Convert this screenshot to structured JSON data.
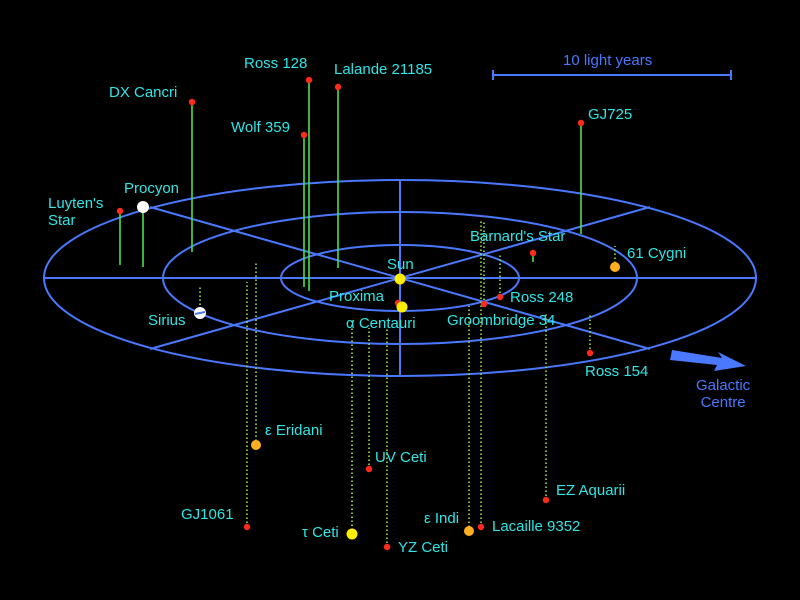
{
  "scale_label": "10 light years",
  "galactic_centre_label": "Galactic\nCentre",
  "colors": {
    "grid": "#4a78ff",
    "label": "#2ee6e6",
    "stem_above": "#4ce04c",
    "stem_below": "#9be04c",
    "red_star": "#ff2a1a",
    "orange_star": "#ffb020",
    "yellow_star": "#ffee00",
    "white_star": "#ffffff"
  },
  "stars": [
    {
      "name": "Ross 128"
    },
    {
      "name": "Lalande 21185"
    },
    {
      "name": "DX Cancri"
    },
    {
      "name": "Wolf 359"
    },
    {
      "name": "GJ725"
    },
    {
      "name": "Luyten's\nStar"
    },
    {
      "name": "Procyon"
    },
    {
      "name": "Barnard's Star"
    },
    {
      "name": "61 Cygni"
    },
    {
      "name": "Sun"
    },
    {
      "name": "Proxima"
    },
    {
      "name": "α Centauri"
    },
    {
      "name": "Ross 248"
    },
    {
      "name": "Groombridge 34"
    },
    {
      "name": "Sirius"
    },
    {
      "name": "Ross 154"
    },
    {
      "name": "ε Eridani"
    },
    {
      "name": "UV Ceti"
    },
    {
      "name": "EZ Aquarii"
    },
    {
      "name": "GJ1061"
    },
    {
      "name": "ε Indi"
    },
    {
      "name": "Lacaille 9352"
    },
    {
      "name": "τ Ceti"
    },
    {
      "name": "YZ Ceti"
    }
  ]
}
